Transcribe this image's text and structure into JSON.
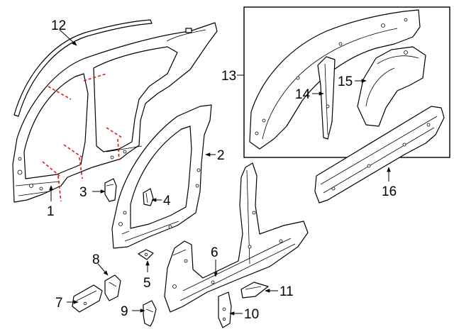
{
  "callouts": {
    "c1": "1",
    "c2": "2",
    "c3": "3",
    "c4": "4",
    "c5": "5",
    "c6": "6",
    "c7": "7",
    "c8": "8",
    "c9": "9",
    "c10": "10",
    "c11": "11",
    "c12": "12",
    "c13": "13",
    "c14": "14",
    "c15": "15",
    "c16": "16"
  },
  "colors": {
    "line": "#000000",
    "cut_marks": "#e0161b",
    "background": "#ffffff"
  }
}
